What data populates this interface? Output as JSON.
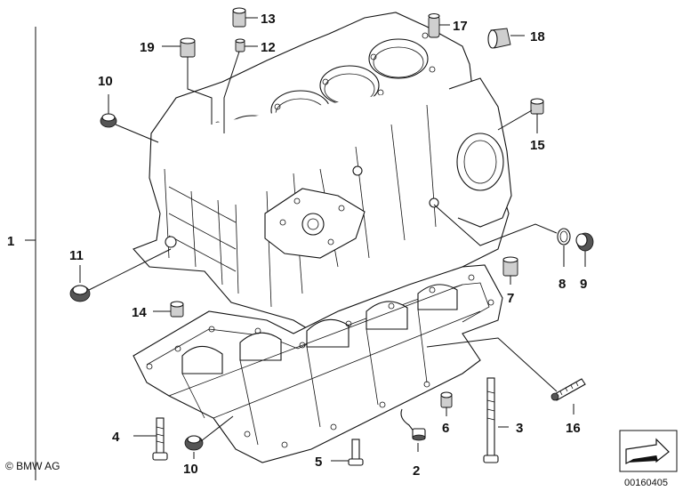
{
  "diagram": {
    "callouts": {
      "c1": "1",
      "c2": "2",
      "c3": "3",
      "c4": "4",
      "c5": "5",
      "c6": "6",
      "c7": "7",
      "c8": "8",
      "c9": "9",
      "c10a": "10",
      "c10b": "10",
      "c11": "11",
      "c12": "12",
      "c13": "13",
      "c14": "14",
      "c15": "15",
      "c16": "16",
      "c17": "17",
      "c18": "18",
      "c19": "19"
    },
    "copyright": "© BMW AG",
    "image_id": "00160405",
    "nav_icon": "arrow-icon"
  }
}
